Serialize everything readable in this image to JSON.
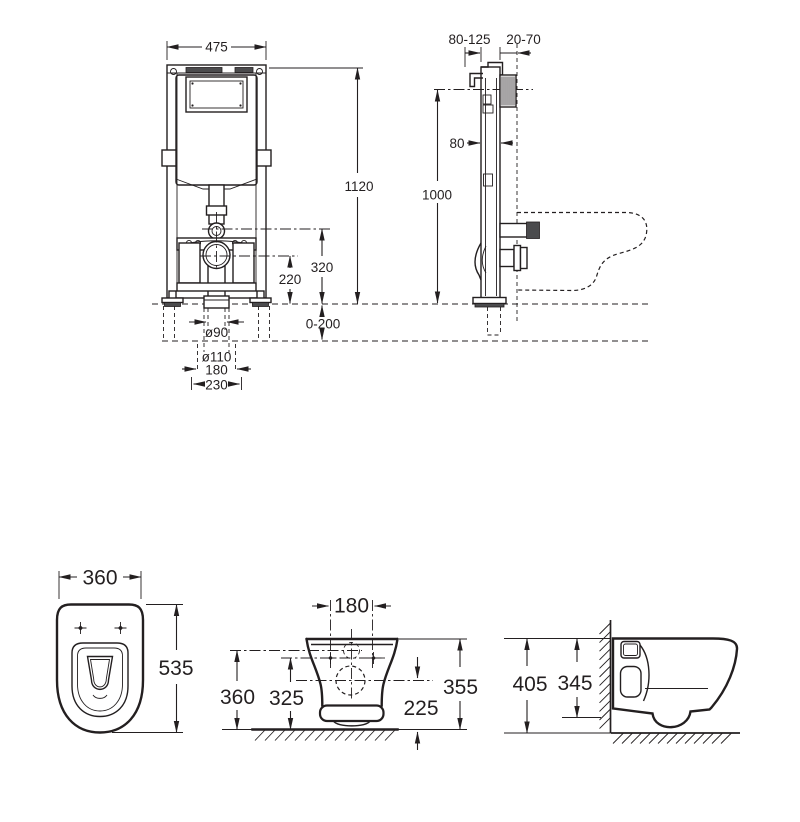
{
  "background": "#ffffff",
  "ink_color": "#231f20",
  "views": {
    "frame_front": {
      "width": "475",
      "height": "1120",
      "flush_bend_height": "320",
      "outlet_height": "220",
      "floor_adjust_range": "0-200",
      "outlet_pipe_diameter": "ø90",
      "outlet_socket_diameter": "ø110",
      "outlet_spacing": "180",
      "outlet_clearance": "230"
    },
    "frame_side": {
      "fixing_depth_range": "80-125",
      "wall_finish_range": "20-70",
      "frame_depth": "80",
      "supply_height": "1000"
    },
    "pan_top": {
      "width": "360",
      "depth": "535"
    },
    "pan_front": {
      "fixing_spacing": "180",
      "inlet_height": "360",
      "fixing_height": "325",
      "pan_height": "355",
      "outlet_height": "225"
    },
    "pan_side": {
      "top_height_from_floor": "405",
      "pan_height": "345"
    }
  }
}
